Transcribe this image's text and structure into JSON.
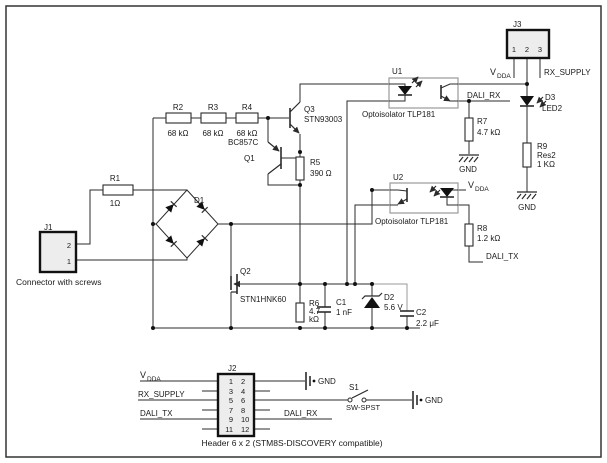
{
  "schematic": {
    "border_color": "#333333",
    "connectors": {
      "j1": {
        "ref": "J1",
        "pins": [
          "2",
          "1"
        ],
        "caption": "Connector with screws"
      },
      "j2": {
        "ref": "J2",
        "pins_left": [
          "1",
          "3",
          "5",
          "7",
          "9",
          "11"
        ],
        "pins_right": [
          "2",
          "4",
          "6",
          "8",
          "10",
          "12"
        ],
        "caption": "Header 6 x 2 (STM8S-DISCOVERY compatible)"
      },
      "j3": {
        "ref": "J3",
        "pins": [
          "1",
          "2",
          "3"
        ]
      }
    },
    "resistors": {
      "r1": {
        "ref": "R1",
        "value": "1Ω"
      },
      "r2": {
        "ref": "R2",
        "value": "68 kΩ"
      },
      "r3": {
        "ref": "R3",
        "value": "68 kΩ"
      },
      "r4": {
        "ref": "R4",
        "value": "68 kΩ"
      },
      "r5": {
        "ref": "R5",
        "value": "390 Ω"
      },
      "r6": {
        "ref": "R6",
        "value_line1": "4.7",
        "value_line2": "kΩ"
      },
      "r7": {
        "ref": "R7",
        "value": "4.7 kΩ"
      },
      "r8": {
        "ref": "R8",
        "value": "1.2 kΩ"
      },
      "r9": {
        "ref": "R9",
        "type": "Res2",
        "value": "1 KΩ"
      }
    },
    "capacitors": {
      "c1": {
        "ref": "C1",
        "value": "1 nF"
      },
      "c2": {
        "ref": "C2",
        "value": "2.2 μF"
      }
    },
    "diodes": {
      "d1": {
        "ref": "D1"
      },
      "d2": {
        "ref": "D2",
        "value": "5.6 V"
      },
      "d3": {
        "ref": "D3",
        "type": "LED2"
      }
    },
    "transistors": {
      "q1": {
        "ref": "Q1",
        "part": "BC857C"
      },
      "q2": {
        "ref": "Q2",
        "part": "STN1HNK60"
      },
      "q3": {
        "ref": "Q3",
        "part": "STN93003"
      }
    },
    "optocouplers": {
      "u1": {
        "ref": "U1",
        "label": "Optoisolator TLP181"
      },
      "u2": {
        "ref": "U2",
        "label": "Optoisolator TLP181"
      }
    },
    "switch": {
      "ref": "S1",
      "type": "SW-SPST"
    },
    "nets": {
      "vdda_main": "V",
      "vdda_sub": "DDA",
      "rx_supply": "RX_SUPPLY",
      "dali_rx": "DALI_RX",
      "dali_tx": "DALI_TX",
      "gnd": "GND"
    }
  }
}
